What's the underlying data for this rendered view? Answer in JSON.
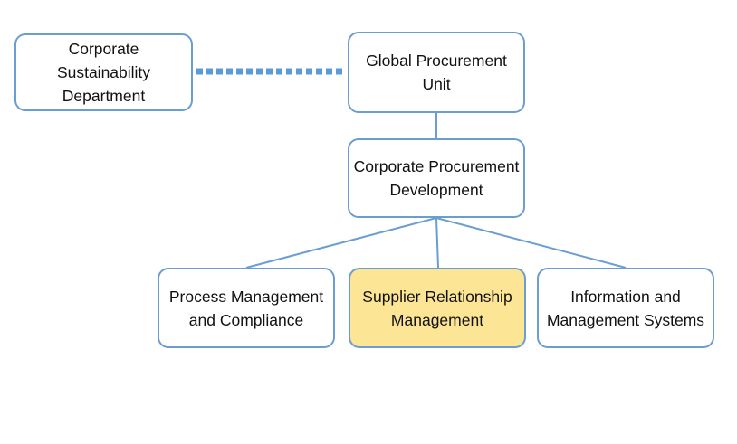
{
  "diagram": {
    "type": "org-chart",
    "colors": {
      "border": "#6a9ed2",
      "connector": "#6a9ed2",
      "dotted_connector": "#5b9bd5",
      "highlight_fill": "#fde596",
      "node_fill": "#ffffff",
      "text": "#111111"
    },
    "nodes": {
      "sustainability": {
        "label": "Corporate Sustainability Department"
      },
      "global": {
        "label": "Global Procurement Unit"
      },
      "corp_dev": {
        "label": "Corporate Procurement Development"
      },
      "process": {
        "label": "Process Management and Compliance"
      },
      "supplier": {
        "label": "Supplier Relationship Management",
        "highlighted": true
      },
      "info": {
        "label": "Information and Management Systems"
      }
    },
    "edges": [
      {
        "from": "sustainability",
        "to": "global",
        "style": "dotted"
      },
      {
        "from": "global",
        "to": "corp_dev",
        "style": "solid"
      },
      {
        "from": "corp_dev",
        "to": "process",
        "style": "solid"
      },
      {
        "from": "corp_dev",
        "to": "supplier",
        "style": "solid"
      },
      {
        "from": "corp_dev",
        "to": "info",
        "style": "solid"
      }
    ]
  }
}
